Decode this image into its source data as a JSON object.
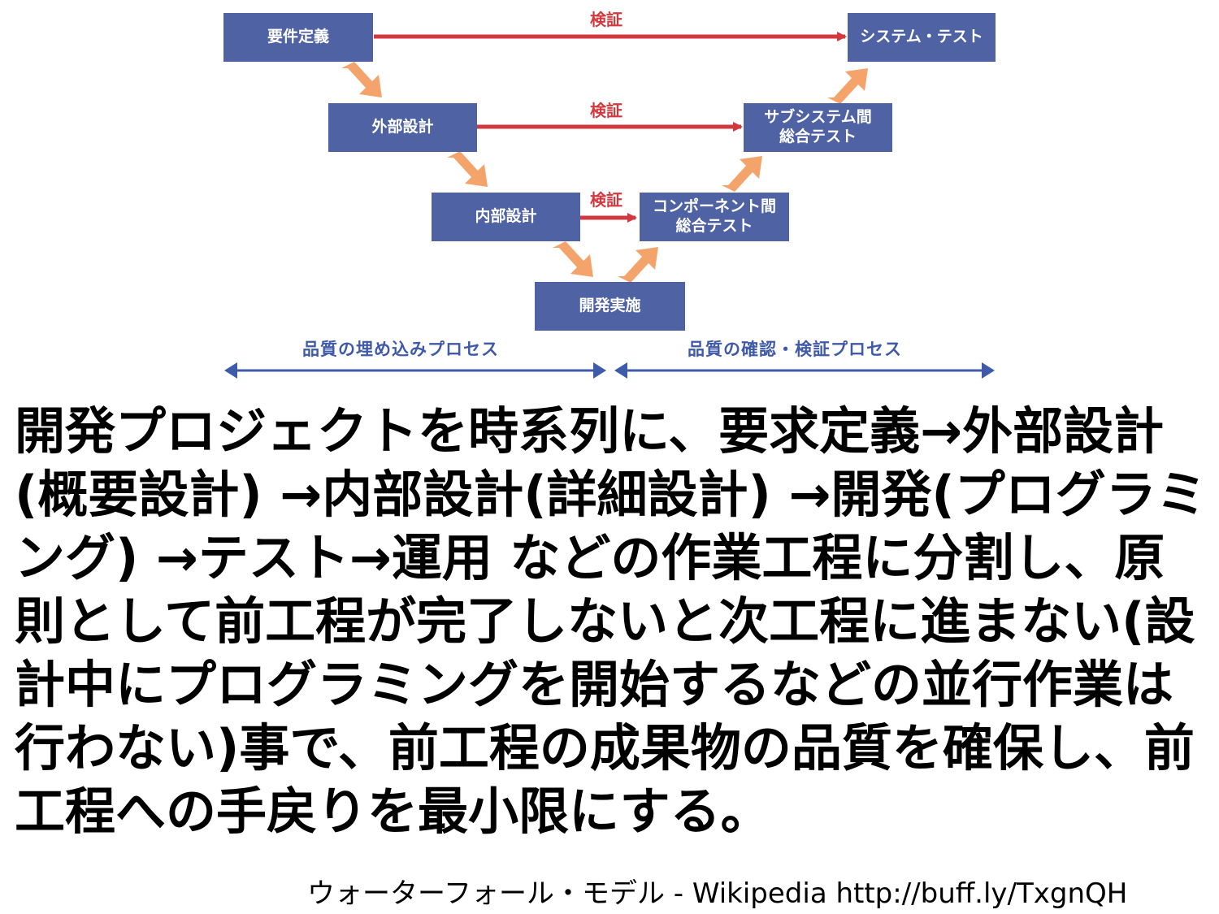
{
  "diagram": {
    "nodes": {
      "requirements": "要件定義",
      "external_design": "外部設計",
      "internal_design": "内部設計",
      "development": "開発実施",
      "component_test": "コンポーネント間\n総合テスト",
      "subsystem_test": "サブシステム間\n総合テスト",
      "system_test": "システム・テスト"
    },
    "verify_labels": [
      "検証",
      "検証",
      "検証"
    ],
    "phases": {
      "left": "品質の埋め込みプロセス",
      "right": "品質の確認・検証プロセス"
    },
    "colors": {
      "node_fill": "#4f62a4",
      "verify_arrow": "#d1393f",
      "flow_arrow": "#f4a46a",
      "phase_arrow": "#3e5aa8"
    }
  },
  "body": {
    "text": "開発プロジェクトを時系列に、要求定義→外部設計(概要設計) →内部設計(詳細設計) →開発(プログラミング) →テスト→運用 などの作業工程に分割し、原則として前工程が完了しないと次工程に進まない(設計中にプログラミングを開始するなどの並行作業は行わない)事で、前工程の成果物の品質を確保し、前工程への手戻りを最小限にする。",
    "source": "ウォーターフォール・モデル - Wikipedia http://buff.ly/TxgnQH"
  }
}
